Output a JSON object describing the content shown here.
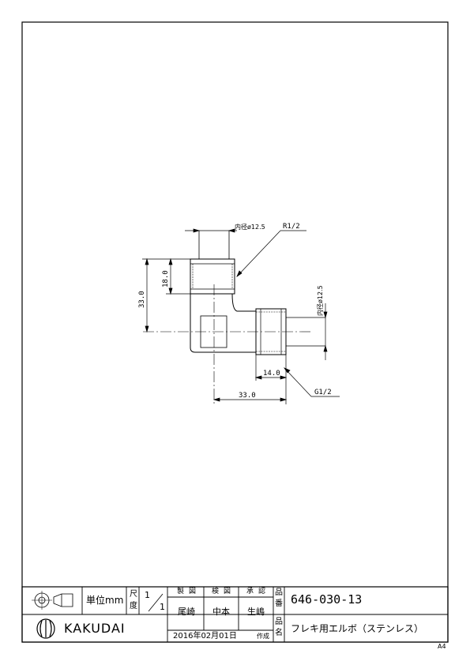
{
  "drawing": {
    "dims": {
      "inner_diameter_top": "内径ø12.5",
      "thread_top": "R1/2",
      "thread_length": "18.0",
      "total_height": "33.0",
      "inner_diameter_right": "内径ø12.5",
      "socket_length": "14.0",
      "total_width": "33.0",
      "thread_right": "G1/2"
    }
  },
  "title_block": {
    "unit_label": "単位mm",
    "scale_label_1": "尺",
    "scale_label_2": "度",
    "scale_num": "1",
    "scale_den": "1",
    "seizu_label": "製図",
    "kenzu_label": "検図",
    "shonin_label": "承認",
    "seizu_name": "尾崎",
    "kenzu_name": "中本",
    "shonin_name": "生嶋",
    "hinban_label_1": "品",
    "hinban_label_2": "番",
    "hinmei_label_1": "品",
    "hinmei_label_2": "名",
    "part_number": "646-030-13",
    "brand": "KAKUDAI",
    "date": "2016年02月01日",
    "date_suffix": "作成",
    "product_name": "フレキ用エルボ（ステンレス）",
    "paper_size": "A4"
  }
}
